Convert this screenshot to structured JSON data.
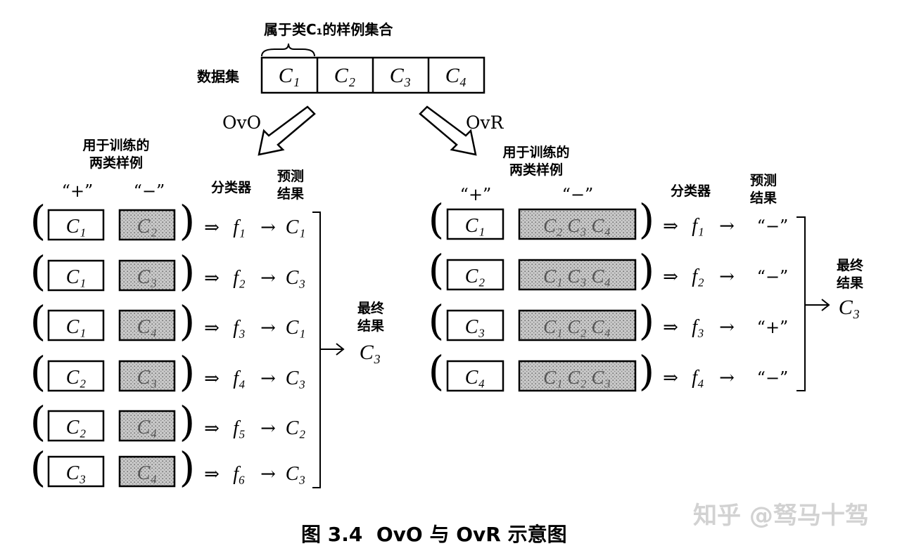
{
  "top": {
    "brace_label": "属于类C₁的样例集合",
    "dataset_label": "数据集",
    "classes": [
      "C₁",
      "C₂",
      "C₃",
      "C₄"
    ]
  },
  "arrows": {
    "ovo": "OvO",
    "ovr": "OvR"
  },
  "ovo": {
    "pair_header_line1": "用于训练的",
    "pair_header_line2": "两类样例",
    "pos_label": "“+”",
    "neg_label": "“−”",
    "classifier_header": "分类器",
    "predict_header_line1": "预测",
    "predict_header_line2": "结果",
    "rows": [
      {
        "pos": "C₁",
        "neg": "C₂",
        "clf": "f₁",
        "pred": "C₁"
      },
      {
        "pos": "C₁",
        "neg": "C₃",
        "clf": "f₂",
        "pred": "C₃"
      },
      {
        "pos": "C₁",
        "neg": "C₄",
        "clf": "f₃",
        "pred": "C₁"
      },
      {
        "pos": "C₂",
        "neg": "C₃",
        "clf": "f₄",
        "pred": "C₃"
      },
      {
        "pos": "C₂",
        "neg": "C₄",
        "clf": "f₅",
        "pred": "C₂"
      },
      {
        "pos": "C₃",
        "neg": "C₄",
        "clf": "f₆",
        "pred": "C₃"
      }
    ],
    "final_label_line1": "最终",
    "final_label_line2": "结果",
    "final_value": "C₃"
  },
  "ovr": {
    "pair_header_line1": "用于训练的",
    "pair_header_line2": "两类样例",
    "pos_label": "“+”",
    "neg_label": "“−”",
    "classifier_header": "分类器",
    "predict_header_line1": "预测",
    "predict_header_line2": "结果",
    "rows": [
      {
        "pos": "C₁",
        "neg": "C₂ C₃ C₄",
        "clf": "f₁",
        "pred": "“−”"
      },
      {
        "pos": "C₂",
        "neg": "C₁ C₃ C₄",
        "clf": "f₂",
        "pred": "“−”"
      },
      {
        "pos": "C₃",
        "neg": "C₁ C₂ C₄",
        "clf": "f₃",
        "pred": "“+”"
      },
      {
        "pos": "C₄",
        "neg": "C₁ C₂ C₃",
        "clf": "f₄",
        "pred": "“−”"
      }
    ],
    "final_label_line1": "最终",
    "final_label_line2": "结果",
    "final_value": "C₃"
  },
  "caption": "图 3.4  OvO 与 OvR 示意图",
  "watermark": "知乎 @驽马十驾"
}
